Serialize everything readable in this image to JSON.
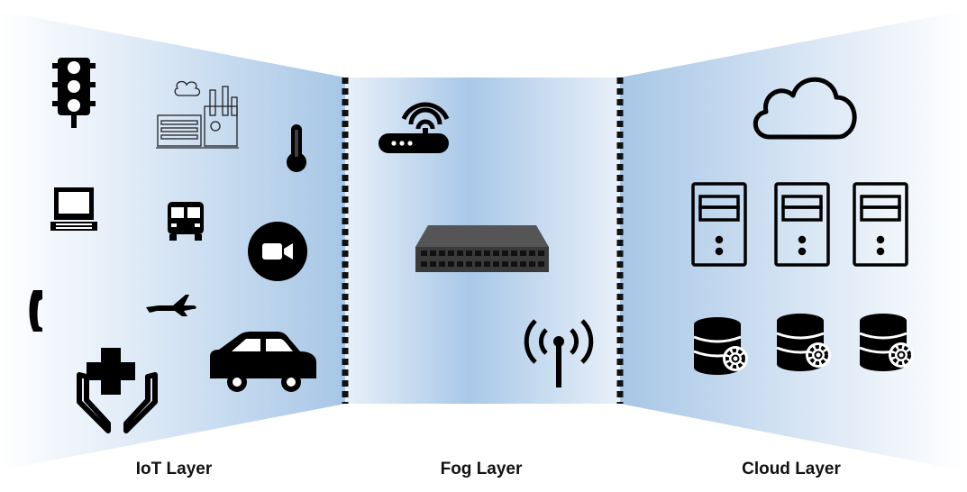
{
  "layers": [
    {
      "id": "iot",
      "label": "IoT Layer"
    },
    {
      "id": "fog",
      "label": "Fog Layer"
    },
    {
      "id": "cloud",
      "label": "Cloud Layer"
    }
  ],
  "colors": {
    "panel_blue": "#a9c8e8",
    "panel_light": "#eef4fb",
    "icon": "#000000",
    "divider": "#111111"
  },
  "icons": {
    "iot": [
      "traffic-light-icon",
      "factory-icon",
      "thermometer-icon",
      "laptop-icon",
      "bus-icon",
      "video-camera-icon",
      "phone-icon",
      "airplane-icon",
      "healthcare-icon",
      "car-icon"
    ],
    "fog": [
      "wifi-router-icon",
      "network-switch-icon",
      "antenna-tower-icon"
    ],
    "cloud": [
      "cloud-icon",
      "server-icon",
      "database-gear-icon"
    ]
  }
}
